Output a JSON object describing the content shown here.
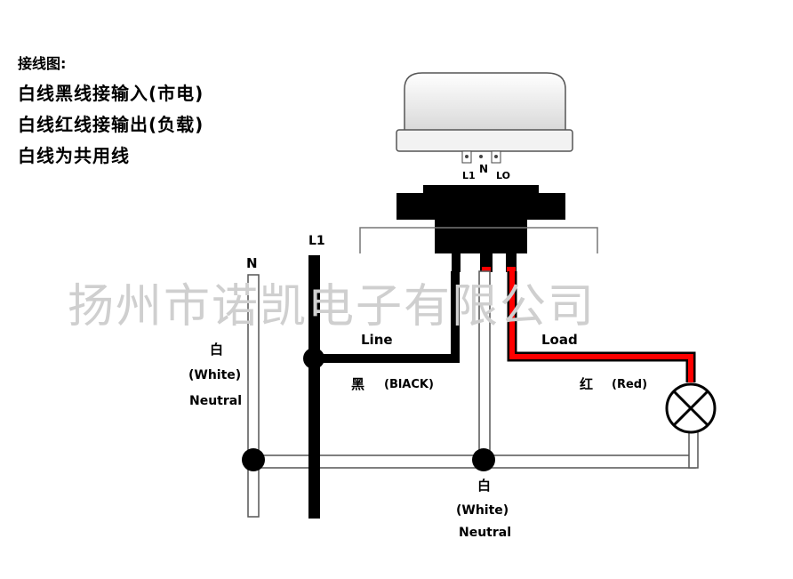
{
  "header": {
    "title": "接线图:",
    "lines": [
      "白线黑线接输入(市电)",
      "白线红线接输出(负载)",
      "白线为共用线"
    ]
  },
  "sensor": {
    "terminals": [
      "L1",
      "N",
      "LO"
    ]
  },
  "watermark": "扬州市诺凯电子有限公司",
  "wires": {
    "n_label": "N",
    "l1_label": "L1",
    "line_label": "Line",
    "load_label": "Load",
    "black_cn": "黑",
    "black_en": "(BlACK)",
    "red_cn": "红",
    "red_en": "(Red)",
    "left_white": [
      "白",
      "(White)",
      "Neutral"
    ],
    "center_white": [
      "白",
      "(White)",
      "Neutral"
    ]
  },
  "colors": {
    "black_wire": "#000000",
    "red_wire": "#ff0000",
    "white_wire_outline": "#555555",
    "watermark": "#cfcfcf"
  }
}
